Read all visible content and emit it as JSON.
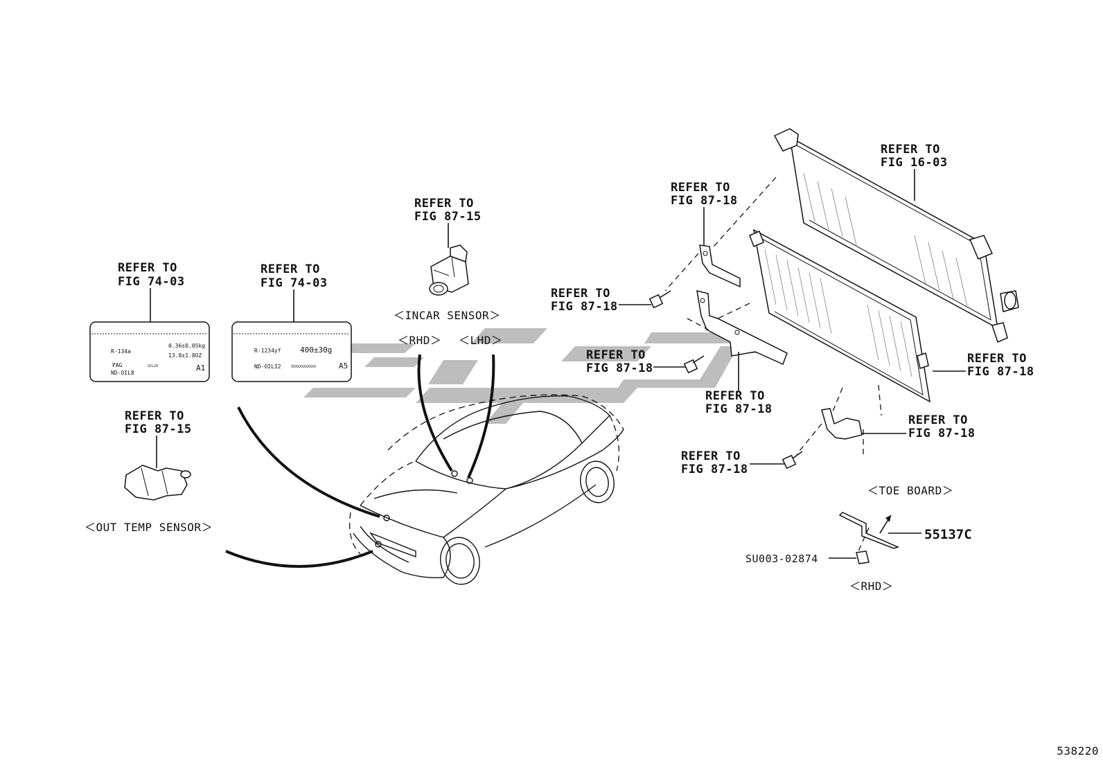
{
  "callouts": {
    "refer_fig_74_03_left": {
      "line1": "REFER TO",
      "line2": "FIG 74-03"
    },
    "refer_fig_74_03_right": {
      "line1": "REFER TO",
      "line2": "FIG 74-03"
    },
    "refer_fig_87_15_incar": {
      "line1": "REFER TO",
      "line2": "FIG 87-15"
    },
    "refer_fig_87_15_outtemp": {
      "line1": "REFER TO",
      "line2": "FIG 87-15"
    },
    "refer_fig_87_18_upper_bracket": {
      "line1": "REFER TO",
      "line2": "FIG 87-18"
    },
    "refer_fig_87_18_upper_bolt": {
      "line1": "REFER TO",
      "line2": "FIG 87-18"
    },
    "refer_fig_87_18_mid_bolt": {
      "line1": "REFER TO",
      "line2": "FIG 87-18"
    },
    "refer_fig_87_18_mid_bracket": {
      "line1": "REFER TO",
      "line2": "FIG 87-18"
    },
    "refer_fig_87_18_condenser": {
      "line1": "REFER TO",
      "line2": "FIG 87-18"
    },
    "refer_fig_87_18_lower_bracket": {
      "line1": "REFER TO",
      "line2": "FIG 87-18"
    },
    "refer_fig_87_18_lower_bolt": {
      "line1": "REFER TO",
      "line2": "FIG 87-18"
    },
    "refer_fig_16_03_radiator": {
      "line1": "REFER TO",
      "line2": "FIG 16-03"
    }
  },
  "labels": {
    "left": {
      "refrigerant": "R-134a",
      "charge_kg": "0.36±0.05kg",
      "charge_oz": "13.8±1.8OZ",
      "oil": "PAG",
      "oil_spec": "ND-OIL8",
      "variant": "A1",
      "fine_print": "SCL20"
    },
    "right": {
      "refrigerant": "R-1234yf",
      "charge_g": "400±30g",
      "oil_spec": "ND-OIL12",
      "variant": "A5",
      "fine_print": "XXXXXXXXXXXX"
    }
  },
  "captions": {
    "incar_sensor": "＜INCAR SENSOR＞",
    "rhd_incar": "＜RHD＞",
    "lhd_incar": "＜LHD＞",
    "out_temp_sensor": "＜OUT TEMP SENSOR＞",
    "toe_board": "＜TOE BOARD＞",
    "rhd_bottom": "＜RHD＞"
  },
  "part_numbers": {
    "toe_board_part": "55137C",
    "clip_part": "SU003-02874"
  },
  "figure_number": "538220",
  "colors": {
    "ink": "#111111",
    "watermark": "#bdbdbd",
    "background": "#ffffff"
  }
}
